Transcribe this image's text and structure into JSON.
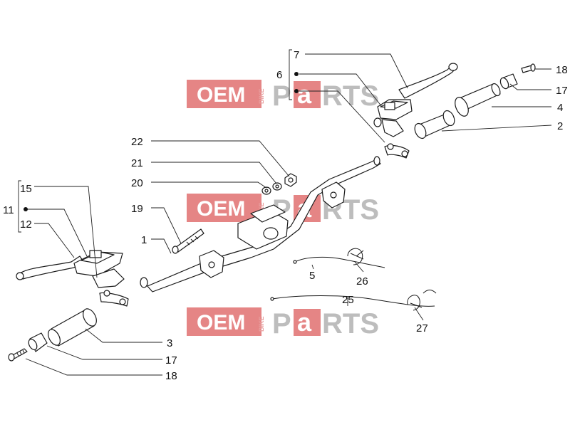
{
  "watermark": {
    "oem": "OEM",
    "bike": "BIKE",
    "p": "P",
    "a": "a",
    "rts": "RTS",
    "red_color": "#e07070",
    "grey_color": "#bdbdbd"
  },
  "callouts": {
    "c1": "1",
    "c2": "2",
    "c3": "3",
    "c4": "4",
    "c5": "5",
    "c6": "6",
    "c7": "7",
    "c11": "11",
    "c12": "12",
    "c15": "15",
    "c17a": "17",
    "c17b": "17",
    "c18a": "18",
    "c18b": "18",
    "c19": "19",
    "c20": "20",
    "c21": "21",
    "c22": "22",
    "c25": "25",
    "c26": "26",
    "c27": "27"
  }
}
